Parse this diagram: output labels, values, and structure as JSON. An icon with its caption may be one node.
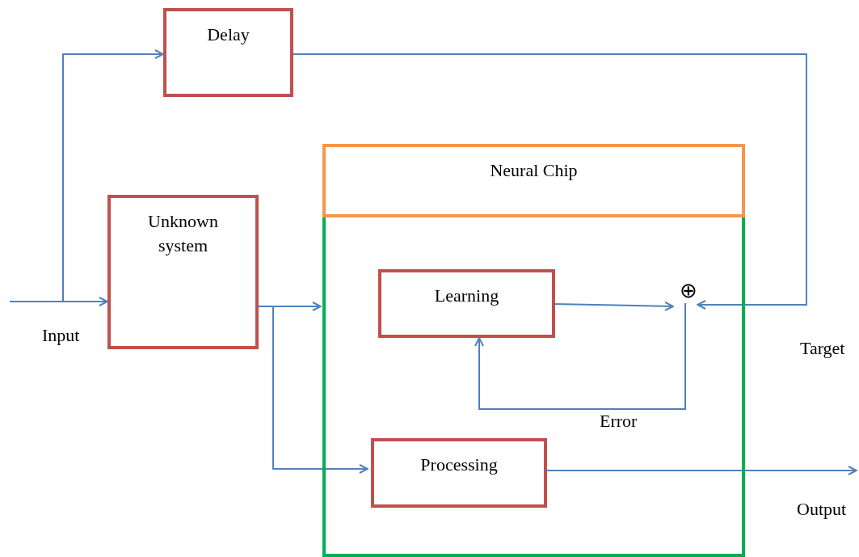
{
  "diagram": {
    "nodes": [
      {
        "text": [
          "Delay"
        ]
      },
      {
        "text": [
          "Unknown system"
        ]
      },
      {
        "text": [
          "Neural Chip"
        ]
      },
      {
        "text": [],
        "shape": "box"
      },
      {
        "text": [
          "Learning"
        ],
        "in": 3
      },
      {
        "text": [
          "⊕"
        ],
        "in": 3
      },
      {
        "text": [
          "Processing"
        ],
        "in": 3
      }
    ],
    "edges": [
      {
        "from": null,
        "to": 1,
        "arrow": "to"
      },
      {
        "from": null,
        "to": 0,
        "arrow": "to"
      },
      {
        "from": 0,
        "to": 5,
        "arrow": "to"
      },
      {
        "from": 1,
        "to": 3,
        "arrow": "to"
      },
      {
        "from": 1,
        "to": 6,
        "arrow": "to"
      },
      {
        "from": 4,
        "to": 5,
        "arrow": "to"
      },
      {
        "from": 5,
        "to": 4,
        "arrow": "to",
        "label": "Error"
      },
      {
        "from": 6,
        "to": null,
        "arrow": "to"
      }
    ],
    "labels": [
      "Input",
      "Target",
      "Output"
    ]
  }
}
